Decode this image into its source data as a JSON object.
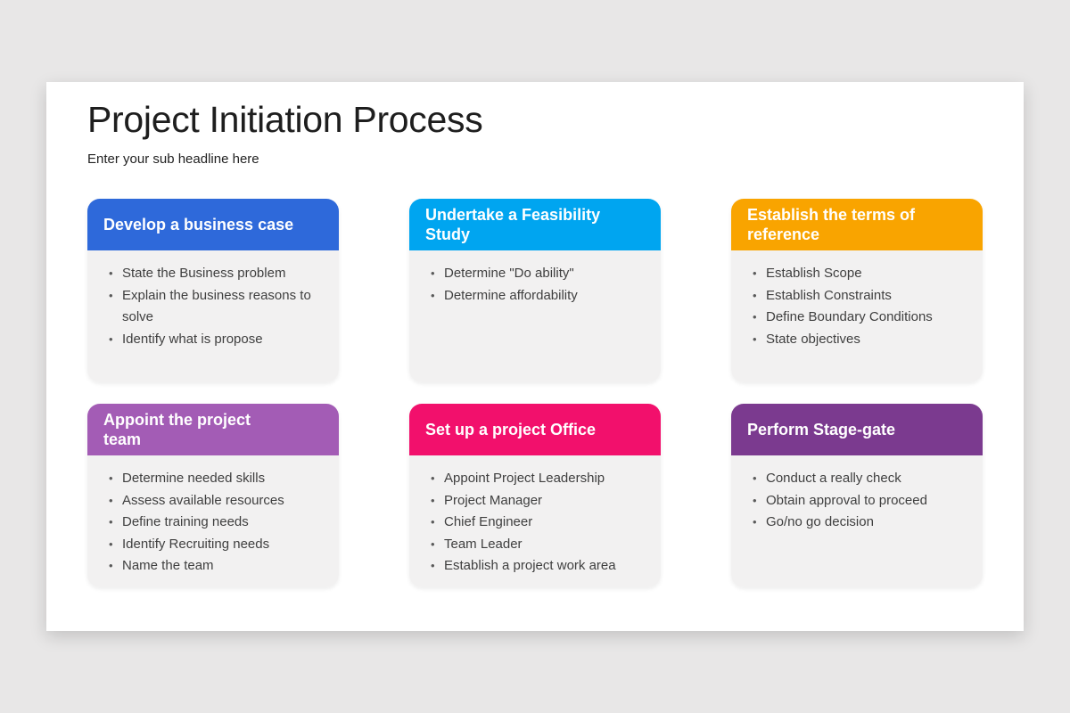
{
  "page": {
    "background_color": "#e8e7e7",
    "slide_background_color": "#ffffff",
    "card_body_color": "#f2f1f1"
  },
  "header": {
    "title": "Project Initiation Process",
    "subtitle": "Enter your sub headline here"
  },
  "cards": [
    {
      "title": "Develop a business case",
      "color": "#2e69da",
      "bullets": [
        "State the Business problem",
        "Explain the business reasons to solve",
        "Identify what is propose"
      ]
    },
    {
      "title": "Undertake a Feasibility Study",
      "color": "#00a5f0",
      "bullets": [
        "Determine \"Do ability\"",
        "Determine affordability"
      ]
    },
    {
      "title": "Establish the terms of\nreference",
      "color": "#f9a400",
      "bullets": [
        "Establish Scope",
        "Establish Constraints",
        "Define Boundary Conditions",
        "State objectives"
      ]
    },
    {
      "title": "Appoint the project\nteam",
      "color": "#a35cb5",
      "bullets": [
        "Determine needed skills",
        "Assess available resources",
        "Define training needs",
        "Identify Recruiting needs",
        "Name the team"
      ]
    },
    {
      "title": "Set up a project Office",
      "color": "#f2106c",
      "bullets": [
        "Appoint Project Leadership",
        "Project Manager",
        "Chief Engineer",
        "Team Leader",
        "Establish a project work area"
      ]
    },
    {
      "title": "Perform Stage-gate",
      "color": "#7b3a8f",
      "bullets": [
        "Conduct a really check",
        "Obtain approval to proceed",
        "Go/no go decision"
      ]
    }
  ]
}
